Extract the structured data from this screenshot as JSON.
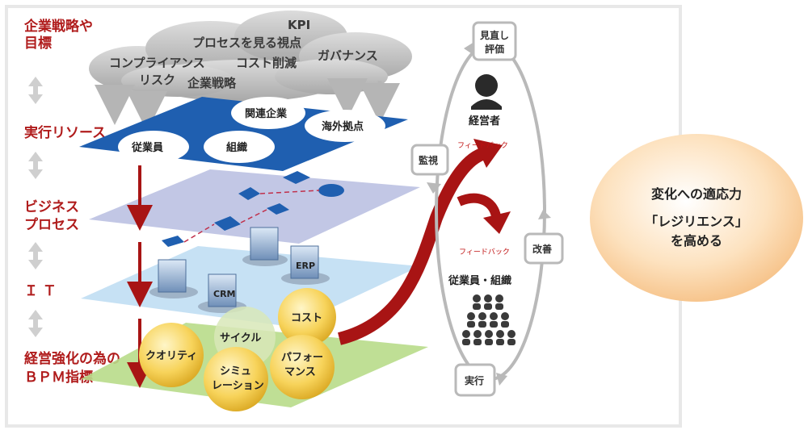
{
  "left_labels": {
    "strategy": [
      "企業戦略や",
      "目標"
    ],
    "resources": "実行リソース",
    "process": [
      "ビジネス",
      "プロセス"
    ],
    "it": "Ｉ Ｔ",
    "bpm": [
      "経営強化の為の",
      "ＢＰＭ指標"
    ]
  },
  "cloud_terms": {
    "kpi": "KPI",
    "view": "プロセスを見る視点",
    "compliance": "コンプライアンス",
    "cost_cut": "コスト削減",
    "governance": "ガバナンス",
    "risk": "リスク",
    "strategy": "企業戦略"
  },
  "resource_items": {
    "related": "関連企業",
    "overseas": "海外拠点",
    "employee": "従業員",
    "org": "組織"
  },
  "it_items": {
    "crm": "CRM",
    "erp": "ERP"
  },
  "bpm_items": {
    "quality": "クオリティ",
    "cycle": "サイクル",
    "cost": "コスト",
    "simulation": [
      "シミュ",
      "レーション"
    ],
    "performance": [
      "パフォー",
      "マンス"
    ]
  },
  "cycle": {
    "review": [
      "見直し",
      "評価"
    ],
    "monitor": "監視",
    "improve": "改善",
    "execute": "実行",
    "executive": "経営者",
    "staff": "従業員・組織",
    "feedback_top": "フィードバック",
    "feedback_bottom": "フィードバック"
  },
  "resilience": {
    "line1": "変化への適応力",
    "line2": "「レジリエンス」",
    "line3": "を高める"
  },
  "colors": {
    "label_red": "#b01c1c",
    "resource_plane": "#1f5fb0",
    "arrow_red": "#a81414",
    "bubble_yellow": "#f7d35a",
    "bpm_plane": "#b8dc8a"
  }
}
